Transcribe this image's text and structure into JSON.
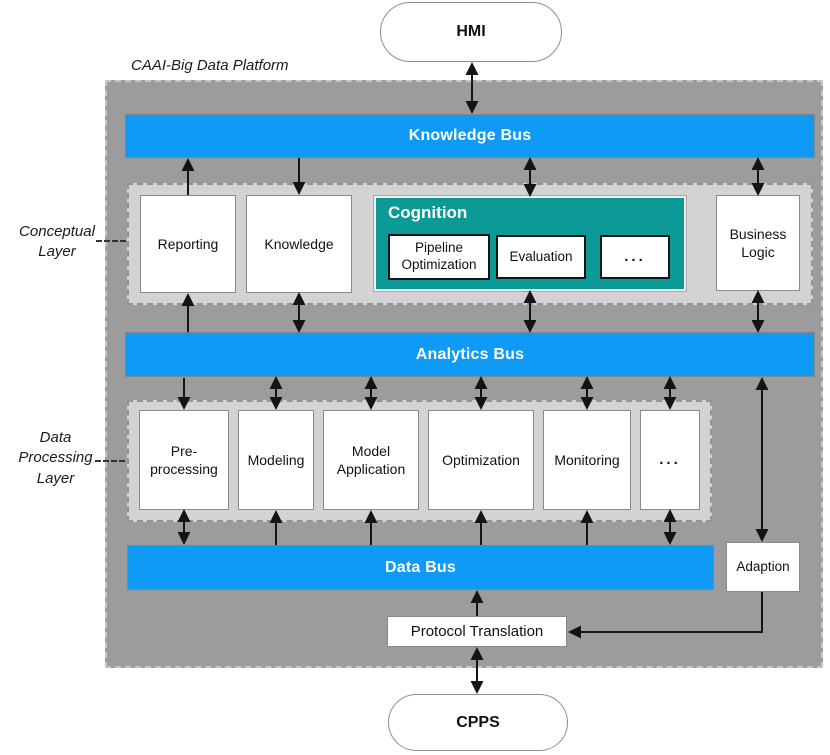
{
  "title": "CAAI-Big Data Platform",
  "external_nodes": {
    "top": "HMI",
    "bottom": "CPPS"
  },
  "buses": {
    "knowledge": "Knowledge Bus",
    "analytics": "Analytics Bus",
    "data": "Data Bus"
  },
  "layers": {
    "conceptual": {
      "label": "Conceptual Layer",
      "modules": [
        "Reporting",
        "Knowledge"
      ],
      "cognition": {
        "title": "Cognition",
        "modules": [
          "Pipeline Optimization",
          "Evaluation",
          "..."
        ]
      },
      "right_module": "Business Logic"
    },
    "data_processing": {
      "label": "Data Processing Layer",
      "modules": [
        "Pre-processing",
        "Modeling",
        "Model Application",
        "Optimization",
        "Monitoring",
        "..."
      ]
    }
  },
  "side_modules": {
    "adaption": "Adaption",
    "protocol_translation": "Protocol Translation"
  },
  "colors": {
    "bus_blue": "#0f9af5",
    "cognition_teal": "#0b9a96",
    "platform_gray": "#9c9c9c",
    "layer_gray": "#d3d3d3",
    "arrow_black": "#141414"
  }
}
